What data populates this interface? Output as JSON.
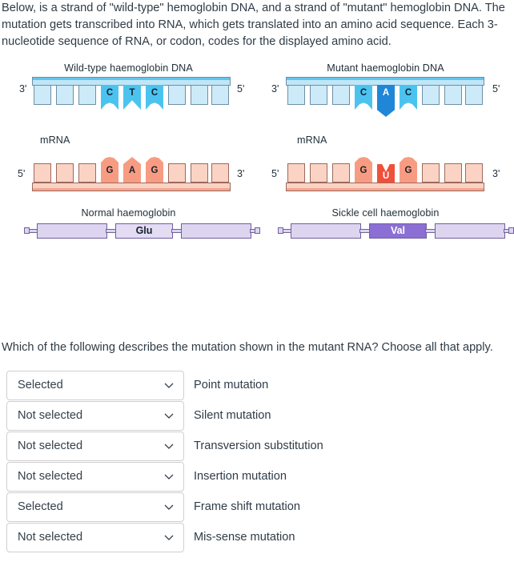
{
  "intro": "Below, is a strand of \"wild-type\" hemoglobin DNA, and a strand of \"mutant\" hemoglobin DNA. The mutation gets transcribed into RNA, which gets translated into an amino acid sequence. Each 3-nucleotide sequence of RNA, or codon, codes for the displayed amino acid.",
  "figure": {
    "wild": {
      "dna_caption": "Wild-type haemoglobin DNA",
      "dna_left_end": "3'",
      "dna_right_end": "5'",
      "dna_bases": [
        "",
        "",
        "",
        "C",
        "T",
        "C",
        "",
        "",
        ""
      ],
      "mrna_caption": "mRNA",
      "mrna_left_end": "5'",
      "mrna_right_end": "3'",
      "mrna_bases": [
        "",
        "",
        "",
        "G",
        "A",
        "G",
        "",
        "",
        ""
      ],
      "protein_caption": "Normal haemoglobin",
      "protein_amino_acid": "Glu"
    },
    "mutant": {
      "dna_caption": "Mutant haemoglobin DNA",
      "dna_left_end": "3'",
      "dna_right_end": "5'",
      "dna_bases": [
        "",
        "",
        "",
        "C",
        "A",
        "C",
        "",
        "",
        ""
      ],
      "mrna_caption": "mRNA",
      "mrna_left_end": "5'",
      "mrna_right_end": "3'",
      "mrna_bases": [
        "",
        "",
        "",
        "G",
        "U",
        "G",
        "",
        "",
        ""
      ],
      "protein_caption": "Sickle cell haemoglobin",
      "protein_amino_acid": "Val"
    },
    "colors": {
      "dna_light": "#cdeaf8",
      "dna_coding": "#4cc3ef",
      "dna_mutation": "#1f86d8",
      "rna_light": "#fbd3c4",
      "rna_coding": "#f79c82",
      "rna_mutation": "#f0503a",
      "protein_light": "#ddd5f0",
      "protein_mutation": "#8b6fd4"
    }
  },
  "question": {
    "text": "Which of the following describes the mutation shown in the mutant RNA? Choose all that apply."
  },
  "answers": [
    {
      "value": "Selected",
      "label": "Point mutation"
    },
    {
      "value": "Not selected",
      "label": "Silent mutation"
    },
    {
      "value": "Not selected",
      "label": "Transversion substitution"
    },
    {
      "value": "Not selected",
      "label": "Insertion mutation"
    },
    {
      "value": "Selected",
      "label": "Frame shift mutation"
    },
    {
      "value": "Not selected",
      "label": "Mis-sense mutation"
    }
  ]
}
